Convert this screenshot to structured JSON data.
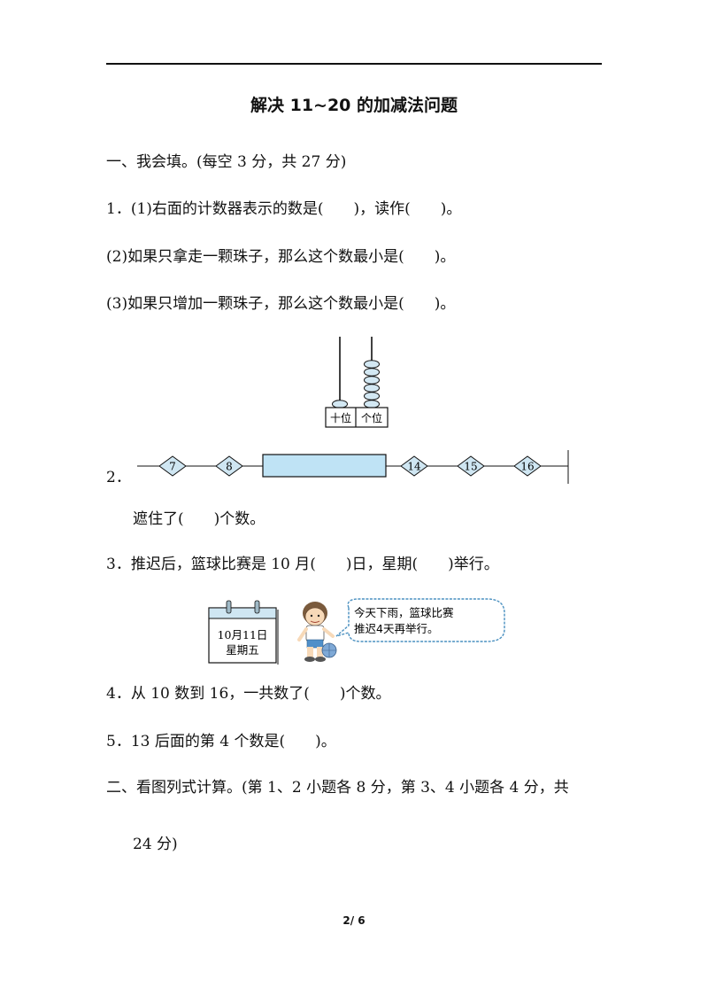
{
  "header": {
    "title": "解决 11~20 的加减法问题"
  },
  "section1": {
    "heading": "一、我会填。(每空 3 分，共 27 分)",
    "q1_1": "1．(1)右面的计数器表示的数是(　　)，读作(　　)。",
    "q1_2": "(2)如果只拿走一颗珠子，那么这个数最小是(　　)。",
    "q1_3": "(3)如果只增加一颗珠子，那么这个数最小是(　　)。",
    "abacus": {
      "tens_label": "十位",
      "ones_label": "个位",
      "tens_beads": 1,
      "ones_beads": 6
    },
    "q2_num": "2．",
    "numberline": {
      "labels": [
        "7",
        "8",
        "14",
        "15",
        "16"
      ]
    },
    "q2_text": "遮住了(　　)个数。",
    "q3": "3．推迟后，篮球比赛是 10 月(　　)日，星期(　　)举行。",
    "calendar": {
      "date": "10月11日",
      "weekday": "星期五"
    },
    "bubble": {
      "line1": "今天下雨，篮球比赛",
      "line2": "推迟4天再举行。"
    },
    "q4": "4．从 10 数到 16，一共数了(　　)个数。",
    "q5": "5．13 后面的第 4 个数是(　　)。"
  },
  "section2": {
    "heading_line1": "二、看图列式计算。(第 1、2 小题各 8 分，第 3、4 小题各 4 分，共",
    "heading_line2": "24 分)"
  },
  "footer": {
    "page": "2/ 6"
  },
  "colors": {
    "highlight": "#bfe3f5",
    "diamond": "#cfe6f2",
    "bead": "#d3e8f3"
  }
}
